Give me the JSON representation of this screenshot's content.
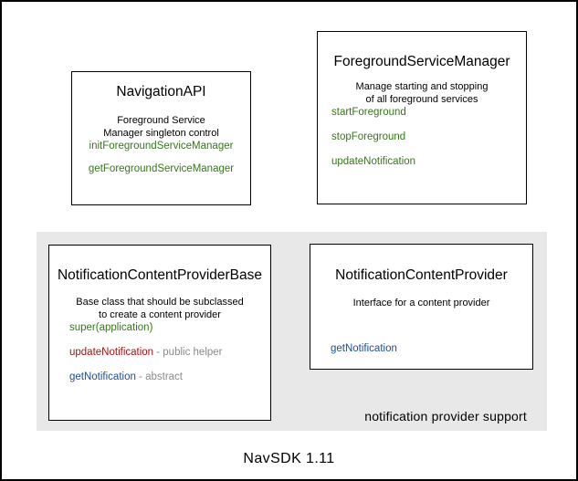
{
  "colors": {
    "region_bg": "#e8e8e8",
    "method_green": "#38761d",
    "method_red": "#aa1111",
    "method_blue": "#1a4d9e",
    "suffix_gray": "#8a8a8a"
  },
  "boxes": {
    "navigation_api": {
      "title": "NavigationAPI",
      "description": "Foreground Service\nManager singleton control",
      "methods": [
        {
          "name": "initForegroundServiceManager",
          "color": "#38761d"
        },
        {
          "name": "getForegroundServiceManager",
          "color": "#38761d"
        }
      ]
    },
    "foreground_service_manager": {
      "title": "ForegroundServiceManager",
      "description": "Manage starting and stopping\nof all foreground services",
      "methods": [
        {
          "name": "startForeground",
          "color": "#38761d"
        },
        {
          "name": "stopForeground",
          "color": "#38761d"
        },
        {
          "name": "updateNotification",
          "color": "#38761d"
        }
      ]
    },
    "notification_content_provider_base": {
      "title": "NotificationContentProviderBase",
      "description": "Base class that should be subclassed\nto create a content provider",
      "methods": [
        {
          "name": "super(application)",
          "suffix": "",
          "color": "#38761d"
        },
        {
          "name": "updateNotification",
          "suffix": " - public helper",
          "color": "#aa1111"
        },
        {
          "name": "getNotification",
          "suffix": " - abstract",
          "color": "#1a4d9e"
        }
      ]
    },
    "notification_content_provider": {
      "title": "NotificationContentProvider",
      "description": "Interface for a content provider",
      "methods": [
        {
          "name": "getNotification",
          "color": "#1a4d9e"
        }
      ]
    }
  },
  "region": {
    "label": "notification provider support"
  },
  "footer": {
    "label": "NavSDK 1.11"
  }
}
